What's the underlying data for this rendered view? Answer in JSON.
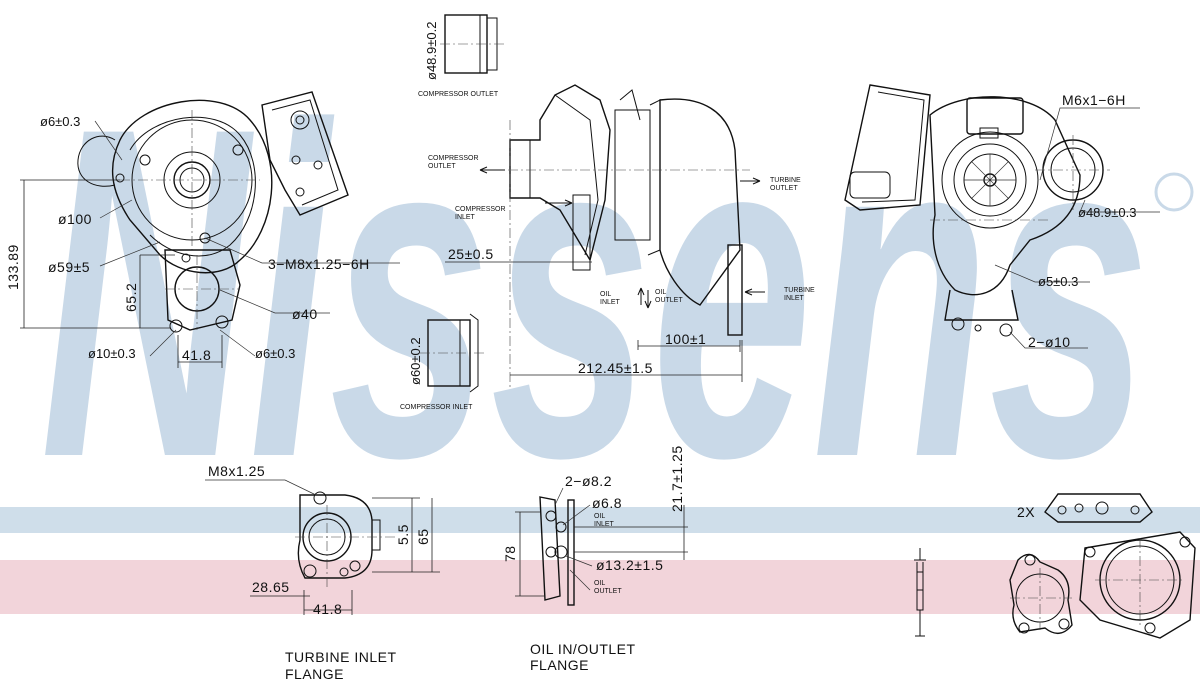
{
  "brand": {
    "wordmark": "Nissens",
    "registered": "®",
    "wordmark_color": "#c9d9e8",
    "band_blue": "#cfdeea",
    "band_pink": "#f2d4da"
  },
  "front_view": {
    "d_6_03": "ø6±0.3",
    "d_100": "ø100",
    "d_59_5": "ø59±5",
    "dim_133_89": "133.89",
    "dim_65_2": "65.2",
    "thread_m8": "3−M8x1.25−6H",
    "d_40": "ø40",
    "d_10_03": "ø10±0.3",
    "dim_41_8": "41.8",
    "d_6_03_b": "ø6±0.3"
  },
  "compressor_outlet_part": {
    "dia": "ø48.9±0.2",
    "label": "COMPRESSOR OUTLET"
  },
  "compressor_inlet_part": {
    "dia": "ø60±0.2",
    "label": "COMPRESSOR INLET"
  },
  "side_view": {
    "compressor_outlet": [
      "COMPRESSOR",
      "OUTLET"
    ],
    "compressor_inlet": [
      "COMPRESSOR",
      "INLET"
    ],
    "turbine_outlet_top": [
      "TURBINE",
      "OUTLET"
    ],
    "turbine_outlet_bottom": [
      "TURBINE",
      "INLET"
    ],
    "oil_inlet": [
      "OIL",
      "INLET"
    ],
    "oil_outlet": [
      "OIL",
      "OUTLET"
    ],
    "dim_25": "25±0.5",
    "dim_100": "100±1",
    "dim_212": "212.45±1.5"
  },
  "rear_view": {
    "thread_m6": "M6x1−6H",
    "d_48_9": "ø48.9±0.3",
    "d_5": "ø5±0.3",
    "holes": "2−ø10"
  },
  "turbine_flange": {
    "thread": "M8x1.25",
    "dim_5_5": "5.5",
    "dim_65": "65",
    "dim_28_65": "28.65",
    "dim_41_8": "41.8",
    "caption": [
      "TURBINE INLET",
      "FLANGE"
    ]
  },
  "oil_flange": {
    "holes": "2−ø8.2",
    "d_6_8": "ø6.8",
    "d_13_2": "ø13.2±1.5",
    "dim_21_7": "21.7±1.25",
    "dim_78": "78",
    "oil_inlet": [
      "OIL",
      "INLET"
    ],
    "oil_outlet": [
      "OIL",
      "OUTLET"
    ],
    "caption": [
      "OIL IN/OUTLET",
      "FLANGE"
    ]
  },
  "gaskets": {
    "qty": "2X"
  }
}
